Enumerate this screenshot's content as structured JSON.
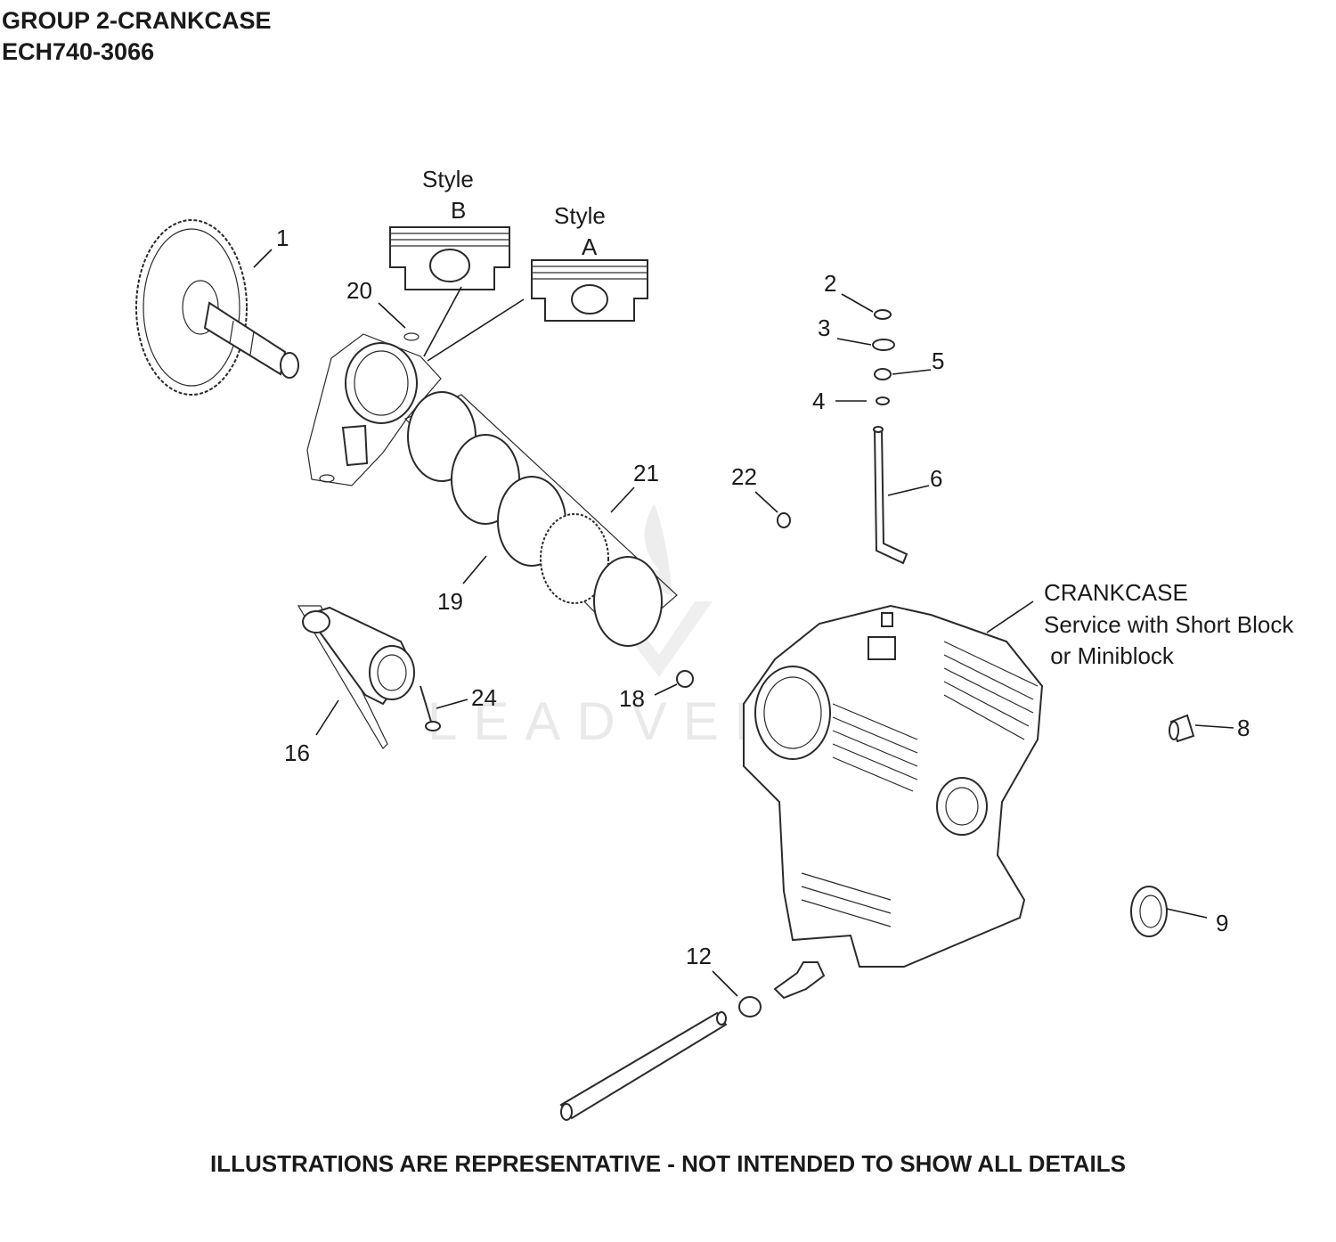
{
  "header": {
    "group_title": "GROUP 2-CRANKCASE",
    "model": "ECH740-3066"
  },
  "watermark": "LEADVENTURE",
  "style_labels": {
    "style_b_line1": "Style",
    "style_b_line2": "B",
    "style_a_line1": "Style",
    "style_a_line2": "A"
  },
  "crankcase_note": {
    "line1": "CRANKCASE",
    "line2": "Service with Short Block",
    "line3": " or Miniblock"
  },
  "callouts": {
    "c1": "1",
    "c2": "2",
    "c3": "3",
    "c4": "4",
    "c5": "5",
    "c6": "6",
    "c8": "8",
    "c9": "9",
    "c12": "12",
    "c16": "16",
    "c18": "18",
    "c19": "19",
    "c20": "20",
    "c21": "21",
    "c22": "22",
    "c24": "24"
  },
  "footer": "ILLUSTRATIONS ARE REPRESENTATIVE - NOT INTENDED TO SHOW ALL DETAILS"
}
